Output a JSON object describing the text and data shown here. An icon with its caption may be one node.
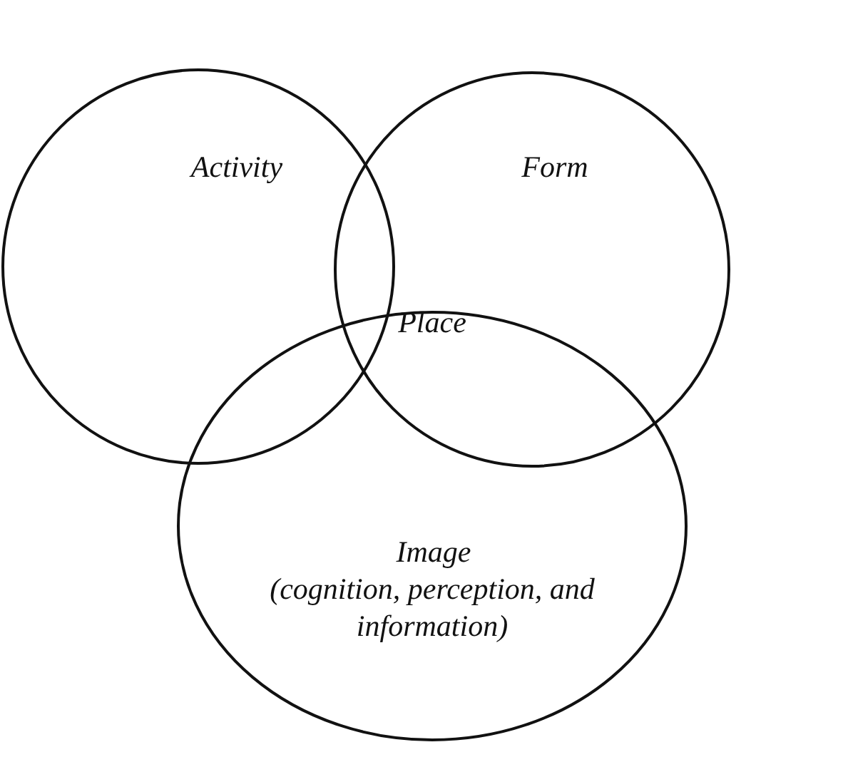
{
  "diagram": {
    "nodes": [
      {
        "text": [
          "Activity"
        ]
      },
      {
        "text": [
          "Form"
        ]
      },
      {
        "text": [
          "Image",
          "(cognition, perception, and information)"
        ]
      }
    ],
    "labels": [
      "Place"
    ]
  }
}
